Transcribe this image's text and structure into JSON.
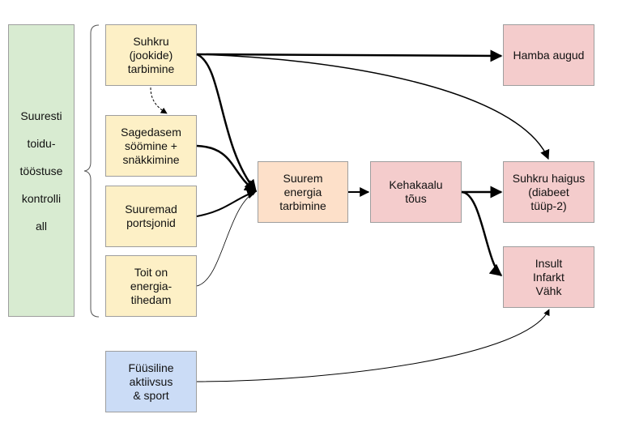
{
  "nodes": {
    "ultra_processed": "Suuresti\ntoidu-\ntööstuse\nkontrolli\nall",
    "sugar_drinks": "Suhkru\n(jookide)\ntarbimine",
    "snacking": "Sagedasem\nsöömine +\nsnäkkimine",
    "portions": "Suuremad\nportsjonid",
    "energy_dense": "Toit on\nenergia-\ntihedam",
    "energy_intake": "Suurem\nenergia\ntarbimine",
    "weight_gain": "Kehakaalu\ntõus",
    "tooth_decay": "Hamba augud",
    "diabetes": "Suhkru haigus\n(diabeet\ntüüp-2)",
    "stroke": "Insult\nInfarkt\nVähk",
    "activity": "Füüsiline\naktiivsus\n& sport"
  },
  "colors": {
    "yellow": "#fdf0c6",
    "peach": "#fde0c9",
    "pink": "#f4cccc",
    "green": "#d8ebd1",
    "blue": "#cbdcf6",
    "border": "#9e9e9e",
    "arrow": "#000000"
  }
}
